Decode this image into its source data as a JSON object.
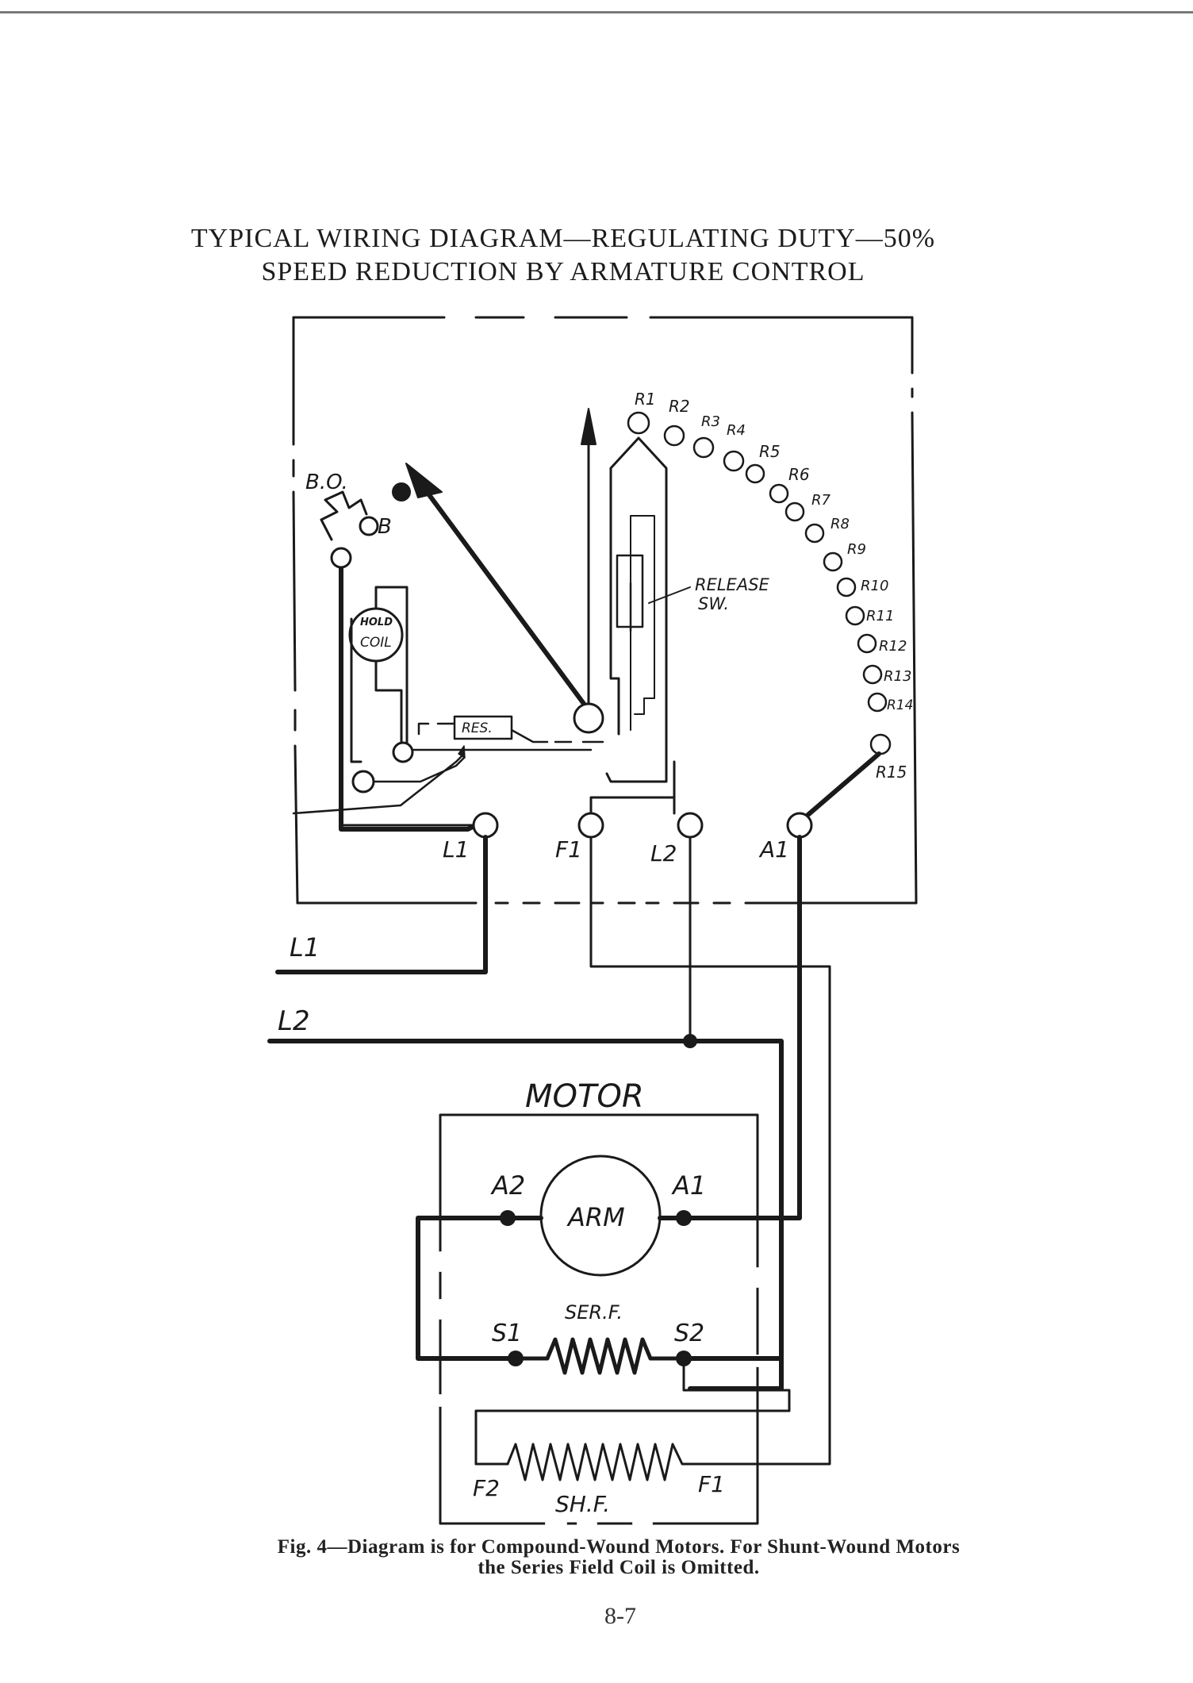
{
  "title": {
    "line1": "TYPICAL WIRING DIAGRAM—REGULATING DUTY—50%",
    "line2": "SPEED REDUCTION BY ARMATURE CONTROL"
  },
  "labels": {
    "bo": "B.O.",
    "b": "B",
    "hold1": "HOLD",
    "hold2": "COIL",
    "res": "RES.",
    "release1": "RELEASE",
    "release2": "SW.",
    "l1_term": "L1",
    "f1_term": "F1",
    "l2_term": "L2",
    "a1_term": "A1",
    "l1_line": "L1",
    "l2_line": "L2",
    "motor": "MOTOR",
    "arm": "ARM",
    "a2": "A2",
    "a1": "A1",
    "serf": "SER.F.",
    "s1": "S1",
    "s2": "S2",
    "shf": "SH.F.",
    "f2": "F2",
    "f1": "F1"
  },
  "resistor_taps": [
    "R1",
    "R2",
    "R3",
    "R4",
    "R5",
    "R6",
    "R7",
    "R8",
    "R9",
    "R10",
    "R11",
    "R12",
    "R13",
    "R14",
    "R15"
  ],
  "caption": {
    "line1": "Fig. 4—Diagram is for Compound-Wound Motors. For Shunt-Wound Motors",
    "line2": "the Series Field Coil is Omitted."
  },
  "page_number": "8-7"
}
